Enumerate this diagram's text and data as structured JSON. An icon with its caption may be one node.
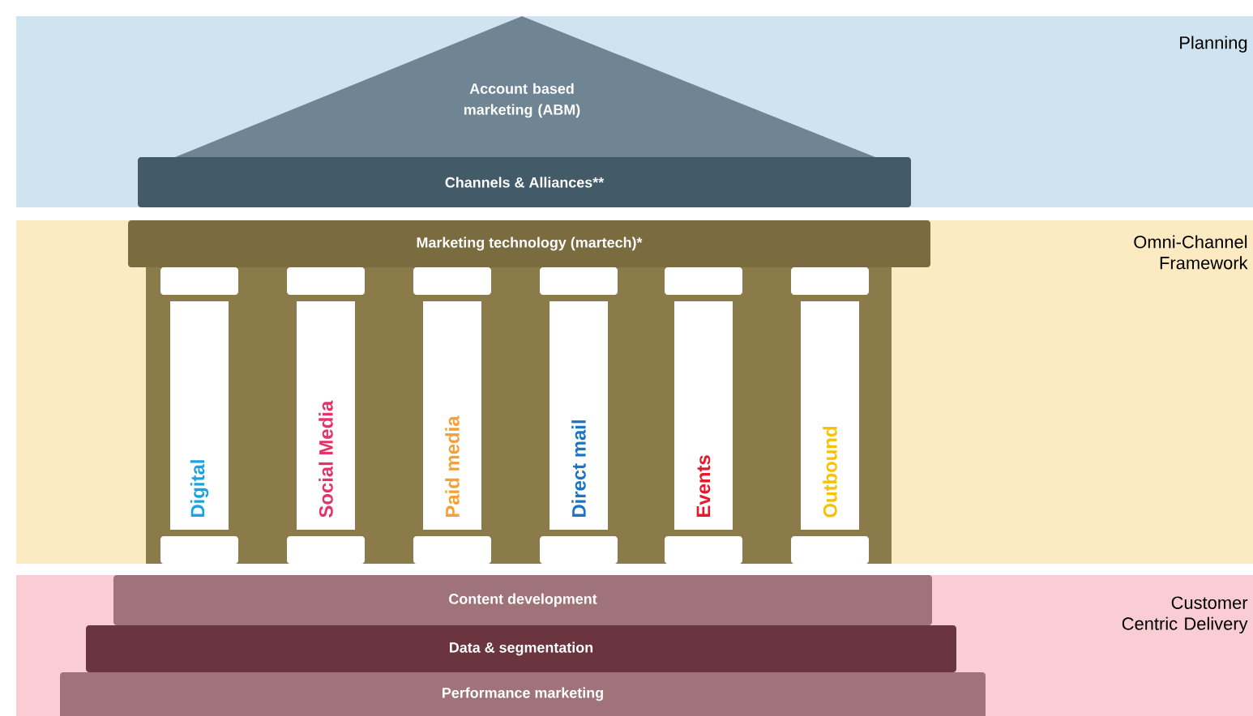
{
  "diagram": {
    "nodes": [
      {
        "text": [
          "Planning"
        ]
      },
      {
        "text": [
          "Account based marketing (ABM)"
        ],
        "in": 0
      },
      {
        "text": [
          "Channels & Alliances**"
        ],
        "in": 0
      },
      {
        "text": [
          "Omni-Channel Framework"
        ]
      },
      {
        "text": [
          "Marketing technology (martech)*"
        ],
        "in": 3
      },
      {
        "text": [
          "Digital"
        ],
        "in": 3
      },
      {
        "text": [
          "Social Media"
        ],
        "in": 3
      },
      {
        "text": [
          "Paid media"
        ],
        "in": 3
      },
      {
        "text": [
          "Direct mail"
        ],
        "in": 3
      },
      {
        "text": [
          "Events"
        ],
        "in": 3
      },
      {
        "text": [
          "Outbound"
        ],
        "in": 3
      },
      {
        "text": [
          "Customer Centric Delivery"
        ]
      },
      {
        "text": [
          "Content development"
        ],
        "in": 11
      },
      {
        "text": [
          "Data & segmentation"
        ],
        "in": 11
      },
      {
        "text": [
          "Performance marketing"
        ],
        "in": 11
      }
    ]
  }
}
